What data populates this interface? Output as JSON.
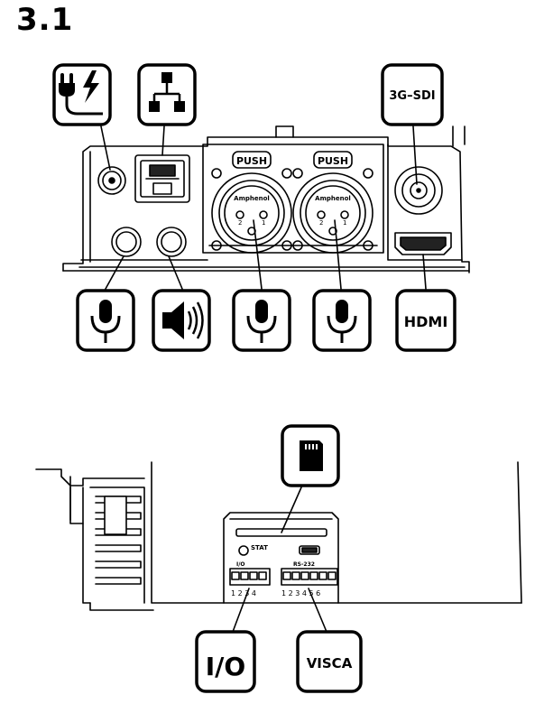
{
  "section": {
    "number": "3.1"
  },
  "panel_top": {
    "connector_labels": {
      "push_left": "PUSH",
      "push_right": "PUSH",
      "brand_left": "Amphenol",
      "brand_right": "Amphenol",
      "pin2": "2",
      "pin1": "1"
    },
    "callouts": [
      {
        "id": "power",
        "icon": "power-plug-lightning-icon"
      },
      {
        "id": "network",
        "icon": "network-topology-icon"
      },
      {
        "id": "sdi",
        "text": "3G–SDI"
      },
      {
        "id": "mic-in",
        "icon": "microphone-icon"
      },
      {
        "id": "line-out",
        "icon": "speaker-icon"
      },
      {
        "id": "xlr1",
        "icon": "microphone-icon"
      },
      {
        "id": "xlr2",
        "icon": "microphone-icon"
      },
      {
        "id": "hdmi",
        "text": "HDMI"
      }
    ]
  },
  "panel_bottom": {
    "labels": {
      "stat": "STAT",
      "io": "I/O",
      "rs232": "RS-232",
      "io_pins": "1 2 3 4",
      "rs_pins": "1 2 3 4 5 6"
    },
    "callouts": [
      {
        "id": "sdcard",
        "icon": "sd-card-icon"
      },
      {
        "id": "io",
        "text": "I/O"
      },
      {
        "id": "visca",
        "text": "VISCA"
      }
    ]
  },
  "colors": {
    "line": "#000000",
    "shade": "#1a1a1a",
    "fill": "#ffffff"
  }
}
